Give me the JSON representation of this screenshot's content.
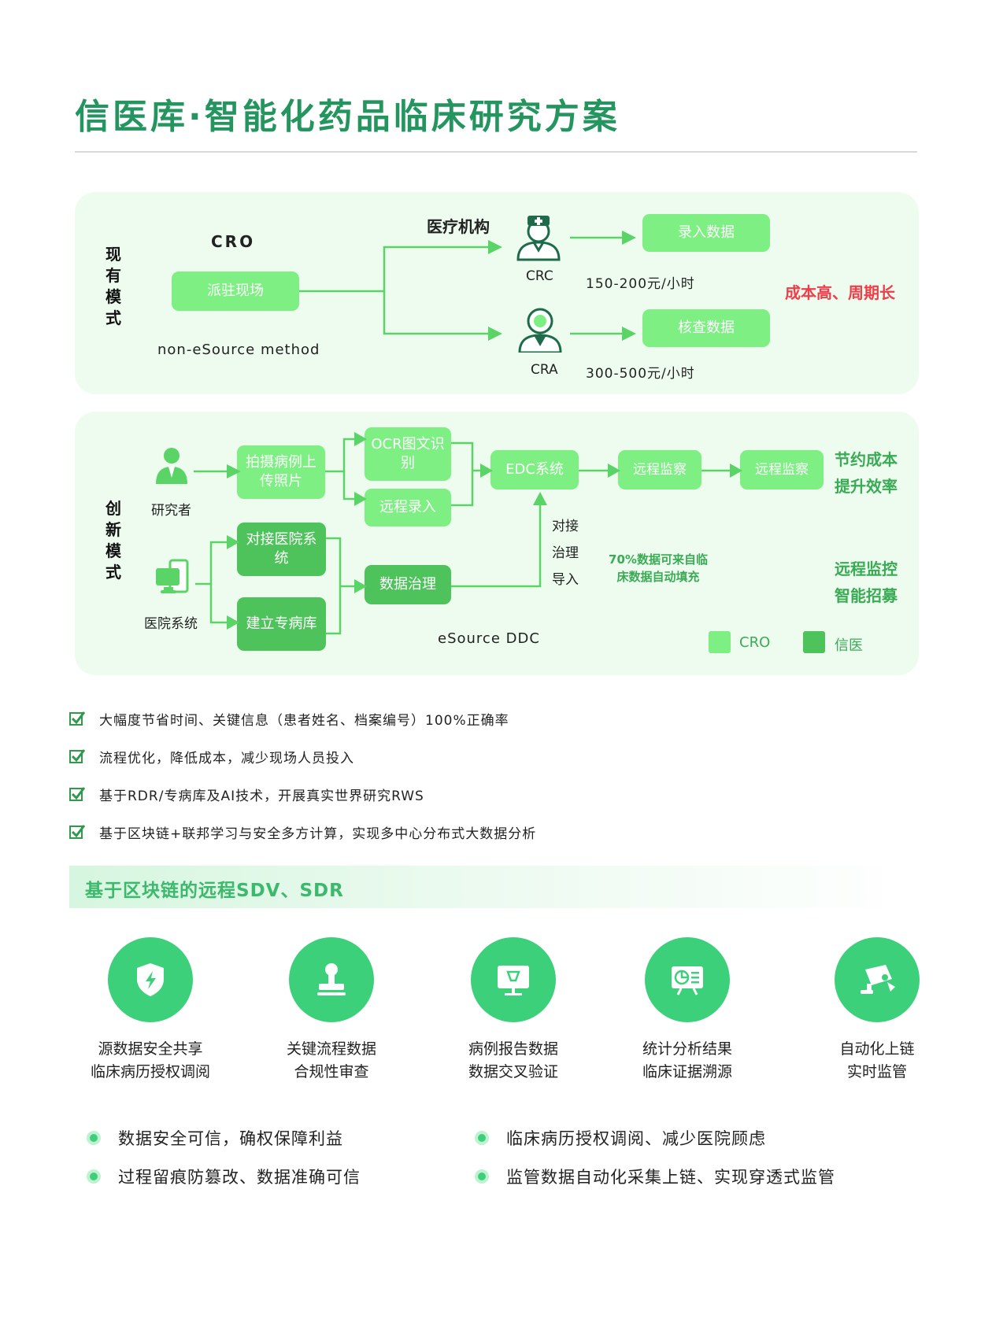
{
  "title": "信医库·智能化药品临床研究方案",
  "existing": {
    "label": "现有模式",
    "cro": "CRO",
    "cro_box": "派驻现场",
    "method": "non-eSource method",
    "medical": "医疗机构",
    "crc": "CRC",
    "cra": "CRA",
    "task1": "录入数据",
    "task2": "核查数据",
    "price1": "150-200元/小时",
    "price2": "300-500元/小时",
    "note": "成本高、周期长"
  },
  "innovative": {
    "label": "创新模式",
    "researcher": "研究者",
    "hospital_sys": "医院系统",
    "photo": "拍摄病例上传照片",
    "ocr": "OCR图文识别",
    "remote_entry": "远程录入",
    "connect": "对接医院系统",
    "build": "建立专病库",
    "governance": "数据治理",
    "edc": "EDC系统",
    "monitor1": "远程监察",
    "monitor2": "远程监察",
    "import_label": "对接治理导入",
    "auto_fill": "70%数据可来自临床数据自动填充",
    "benefit1": "节约成本",
    "benefit2": "提升效率",
    "benefit3": "远程监控",
    "benefit4": "智能招募",
    "ddc": "eSource DDC",
    "legend": [
      {
        "label": "CRO",
        "color": "#7def83"
      },
      {
        "label": "信医",
        "color": "#4ec35c"
      }
    ]
  },
  "checks": [
    "大幅度节省时间、关键信息（患者姓名、档案编号）100%正确率",
    "流程优化，降低成本，减少现场人员投入",
    "基于RDR/专病库及AI技术，开展真实世界研究RWS",
    "基于区块链+联邦学习与安全多方计算，实现多中心分布式大数据分析"
  ],
  "banner": "基于区块链的远程SDV、SDR",
  "features": [
    {
      "icon": "shield-icon",
      "line1": "源数据安全共享",
      "line2": "临床病历授权调阅"
    },
    {
      "icon": "stamp-icon",
      "line1": "关键流程数据",
      "line2": "合规性审查"
    },
    {
      "icon": "monitor-icon",
      "line1": "病例报告数据",
      "line2": "数据交叉验证"
    },
    {
      "icon": "chart-icon",
      "line1": "统计分析结果",
      "line2": "临床证据溯源"
    },
    {
      "icon": "camera-icon",
      "line1": "自动化上链",
      "line2": "实时监管"
    }
  ],
  "bullets": [
    "数据安全可信，确权保障利益",
    "过程留痕防篡改、数据准确可信",
    "临床病历授权调阅、减少医院顾虑",
    "监管数据自动化采集上链、实现穿透式监管"
  ],
  "colors": {
    "brand": "#24955f",
    "light_box": "#7def83",
    "dark_box": "#4ec35c",
    "warning": "#ee3e4a",
    "accent": "#3dd07b"
  }
}
